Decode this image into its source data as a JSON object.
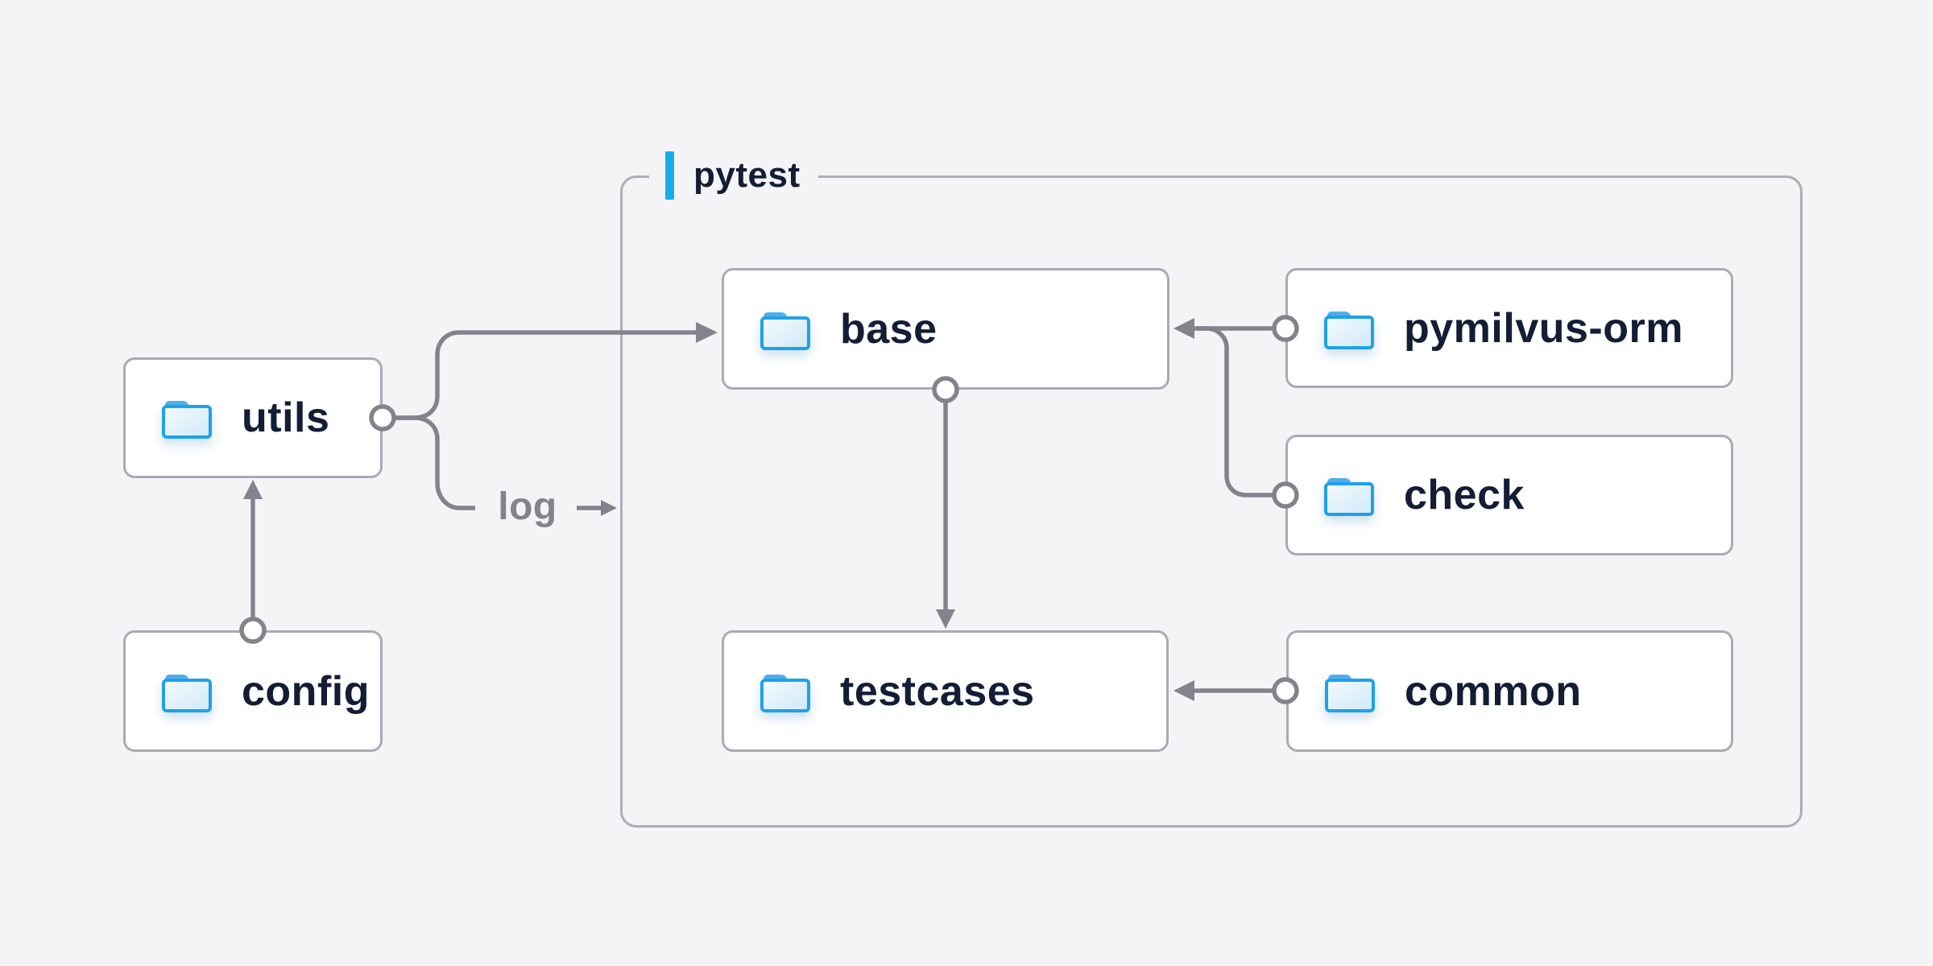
{
  "diagram": {
    "container_label": "pytest",
    "log_label": "log",
    "nodes": [
      {
        "id": "utils",
        "label": "utils"
      },
      {
        "id": "config",
        "label": "config"
      },
      {
        "id": "base",
        "label": "base"
      },
      {
        "id": "testcases",
        "label": "testcases"
      },
      {
        "id": "pymilvus-orm",
        "label": "pymilvus-orm"
      },
      {
        "id": "check",
        "label": "check"
      },
      {
        "id": "common",
        "label": "common"
      }
    ],
    "edges": [
      {
        "from": "config",
        "to": "utils",
        "type": "arrow"
      },
      {
        "from": "utils",
        "to": "base",
        "type": "arrow"
      },
      {
        "from": "utils",
        "to": "log",
        "type": "labeled-stub"
      },
      {
        "from": "base",
        "to": "testcases",
        "type": "arrow"
      },
      {
        "from": "pymilvus-orm",
        "to": "base",
        "type": "arrow"
      },
      {
        "from": "check",
        "to": "base",
        "type": "arrow"
      },
      {
        "from": "common",
        "to": "testcases",
        "type": "arrow"
      }
    ],
    "colors": {
      "background": "#F4F4F6",
      "node_fill": "#FFFFFF",
      "node_border": "#A9AAB5",
      "group_border": "#ACADB8",
      "connector": "#83838E",
      "text": "#131D36",
      "accent_bar": "#18ADE9",
      "folder_stroke": "#1FA1E8",
      "folder_tab": "#4FAEE8",
      "folder_fill_light": "#F0F8FD",
      "folder_fill_dark": "#CFE9F8"
    }
  }
}
